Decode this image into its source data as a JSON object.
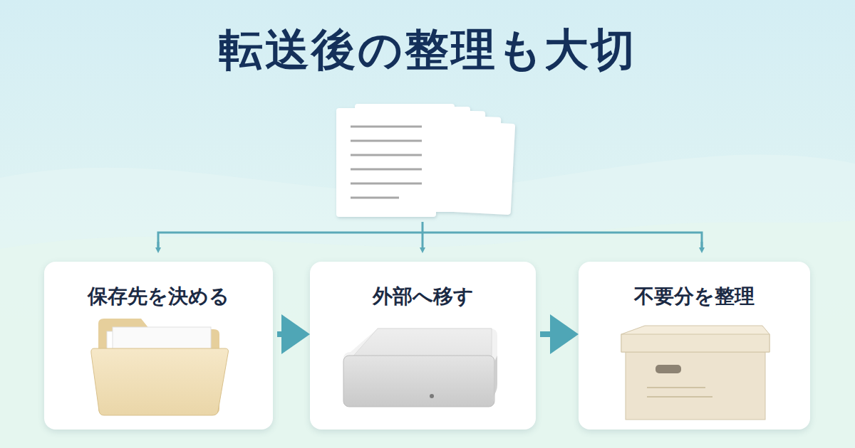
{
  "diagram": {
    "title": "転送後の整理も大切",
    "nodes": [
      {
        "text": [
          "保存先を決める"
        ]
      },
      {
        "text": [
          "外部へ移す"
        ]
      },
      {
        "text": [
          "不要分を整理"
        ]
      }
    ],
    "edges": [
      {
        "from": 0,
        "to": 1,
        "arrow": "to"
      },
      {
        "from": 1,
        "to": 2,
        "arrow": "to"
      }
    ]
  }
}
